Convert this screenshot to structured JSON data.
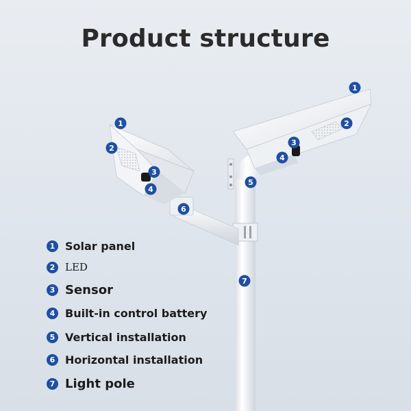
{
  "title": "Product structure",
  "markers": [
    "1",
    "2",
    "3",
    "4",
    "5",
    "6",
    "7"
  ],
  "legend": [
    {
      "number": "1",
      "label": "Solar panel"
    },
    {
      "number": "2",
      "label": "LED"
    },
    {
      "number": "3",
      "label": "Sensor"
    },
    {
      "number": "4",
      "label": "Built-in control battery"
    },
    {
      "number": "5",
      "label": "Vertical installation"
    },
    {
      "number": "6",
      "label": "Horizontal installation"
    },
    {
      "number": "7",
      "label": "Light pole"
    }
  ],
  "colors": {
    "marker": "#1f4fa0",
    "fixture_body": "#f6f7f9",
    "fixture_shade": "#d9dde3",
    "title": "#2b2b2b"
  }
}
